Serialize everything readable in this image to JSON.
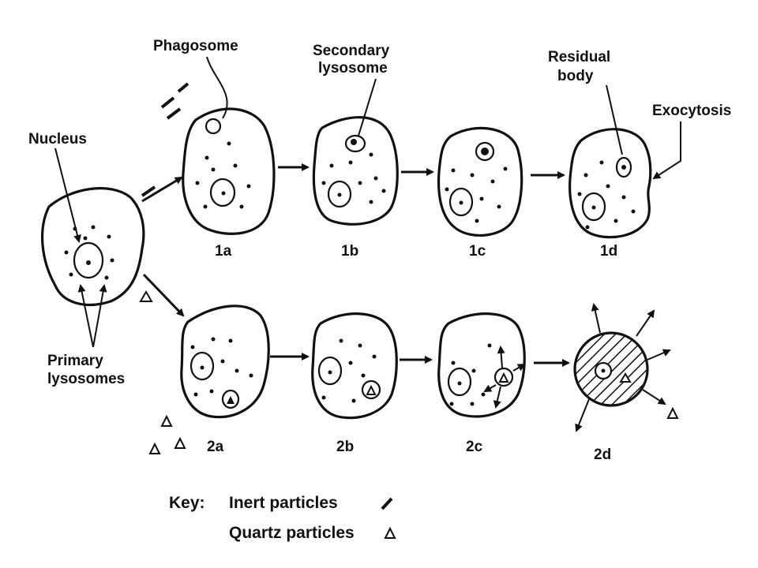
{
  "labels": {
    "phagosome": "Phagosome",
    "secondary_lysosome_line1": "Secondary",
    "secondary_lysosome_line2": "lysosome",
    "residual_body_line1": "Residual",
    "residual_body_line2": "body",
    "exocytosis": "Exocytosis",
    "nucleus": "Nucleus",
    "primary_lysosomes_line1": "Primary",
    "primary_lysosomes_line2": "lysosomes"
  },
  "stages": {
    "s1a": "1a",
    "s1b": "1b",
    "s1c": "1c",
    "s1d": "1d",
    "s2a": "2a",
    "s2b": "2b",
    "s2c": "2c",
    "s2d": "2d"
  },
  "key": {
    "title": "Key:",
    "inert": "Inert particles",
    "quartz": "Quartz particles"
  },
  "colors": {
    "ink": "#111111",
    "paper": "#ffffff"
  }
}
